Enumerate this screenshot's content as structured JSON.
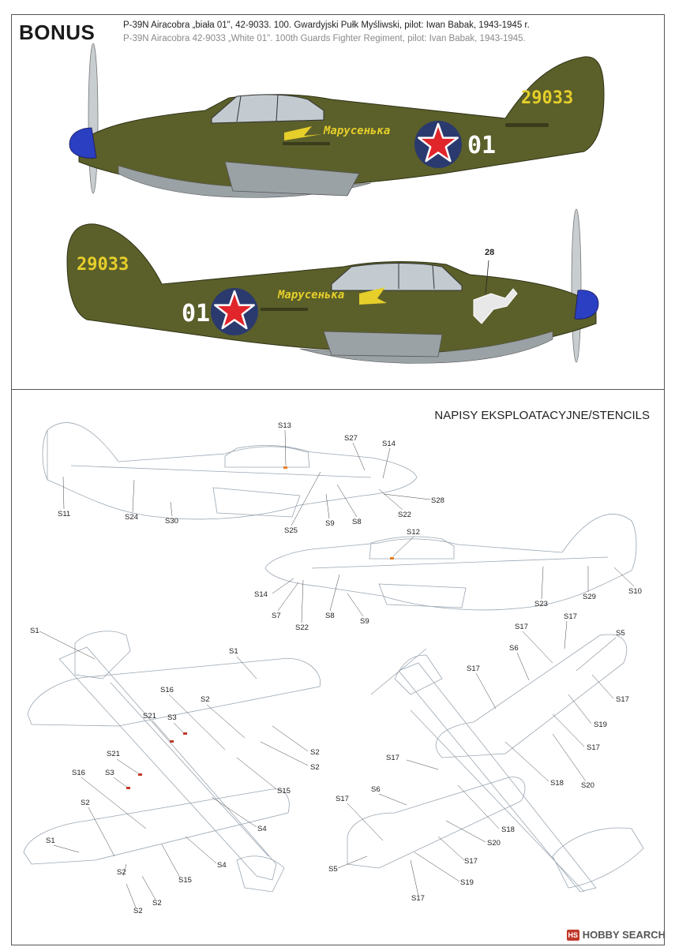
{
  "header": {
    "bonus_label": "BONUS",
    "caption_pl": "P-39N Airacobra „biała 01\", 42-9033. 100. Gwardyjski Pułk Myśliwski, pilot: Iwan Babak, 1943-1945 r.",
    "caption_en": "P-39N Airacobra 42-9033 „White 01\". 100th Guards Fighter Regiment, pilot: Ivan Babak, 1943-1945."
  },
  "profiles": {
    "tail_serial": "29033",
    "side_number": "01",
    "nose_name": "Марусенька",
    "callout_28": "28"
  },
  "stencils": {
    "heading": "NAPISY EKSPLOATACYJNE/STENCILS",
    "left_side_labels": [
      "S13",
      "S27",
      "S14",
      "S11",
      "S24",
      "S30",
      "S25",
      "S9",
      "S8",
      "S22",
      "S28"
    ],
    "right_side_labels": [
      "S12",
      "S14",
      "S7",
      "S22",
      "S8",
      "S9",
      "S23",
      "S29",
      "S10"
    ],
    "top_view_labels": [
      "S1",
      "S1",
      "S16",
      "S2",
      "S21",
      "S3",
      "S2",
      "S2",
      "S21",
      "S3",
      "S16",
      "S15",
      "S2",
      "S4",
      "S1",
      "S4",
      "S15",
      "S2",
      "S2",
      "S2"
    ],
    "bottom_view_labels": [
      "S17",
      "S17",
      "S5",
      "S6",
      "S17",
      "S17",
      "S19",
      "S17",
      "S18",
      "S20",
      "S17",
      "S6",
      "S18",
      "S17",
      "S20",
      "S5",
      "S17",
      "S19",
      "S17"
    ]
  },
  "watermark": {
    "mark": "HS",
    "text": "HOBBY SEARCH"
  },
  "colors": {
    "olive_drab": "#5b5f2a",
    "neutral_gray": "#9aa2a6",
    "spinner_blue": "#2a3fc2",
    "roundel_blue": "#2b3a6e",
    "star_red": "#e0252b",
    "marking_yellow": "#e6cf2a"
  }
}
